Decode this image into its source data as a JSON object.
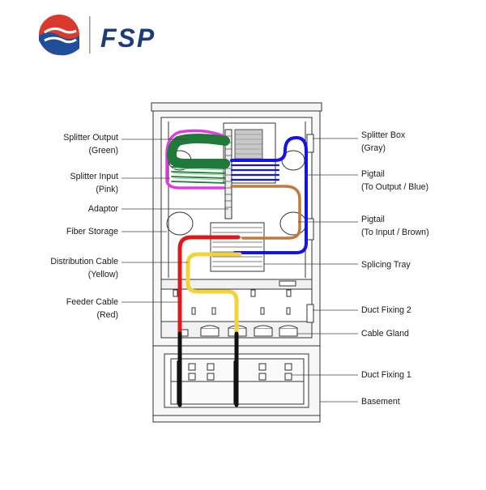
{
  "brand": {
    "name": "FSP",
    "colors": {
      "red": "#d93a2b",
      "blue": "#1f4f9a",
      "navy": "#1d3d7a"
    }
  },
  "labels_left": [
    {
      "line1": "Splitter Output",
      "line2": "(Green)"
    },
    {
      "line1": "Splitter Input",
      "line2": "(Pink)"
    },
    {
      "line1": "Adaptor",
      "line2": ""
    },
    {
      "line1": "Fiber Storage",
      "line2": ""
    },
    {
      "line1": "Distribution Cable",
      "line2": "(Yellow)"
    },
    {
      "line1": "Feeder Cable",
      "line2": "(Red)"
    }
  ],
  "labels_right": [
    {
      "line1": "Splitter Box",
      "line2": "(Gray)"
    },
    {
      "line1": "Pigtail",
      "line2": "(To Output / Blue)"
    },
    {
      "line1": "Pigtail",
      "line2": "(To Input / Brown)"
    },
    {
      "line1": "Splicing Tray",
      "line2": ""
    },
    {
      "line1": "Duct Fixing 2",
      "line2": ""
    },
    {
      "line1": "Cable Gland",
      "line2": ""
    },
    {
      "line1": "Duct Fixing 1",
      "line2": ""
    },
    {
      "line1": "Basement",
      "line2": ""
    }
  ],
  "cable_colors": {
    "green": "#1f7a3a",
    "pink": "#e23be0",
    "blue": "#1414e6",
    "brown": "#c27a3c",
    "yellow": "#f4d23a",
    "red": "#e01818",
    "gray": "#8a8a8a"
  }
}
